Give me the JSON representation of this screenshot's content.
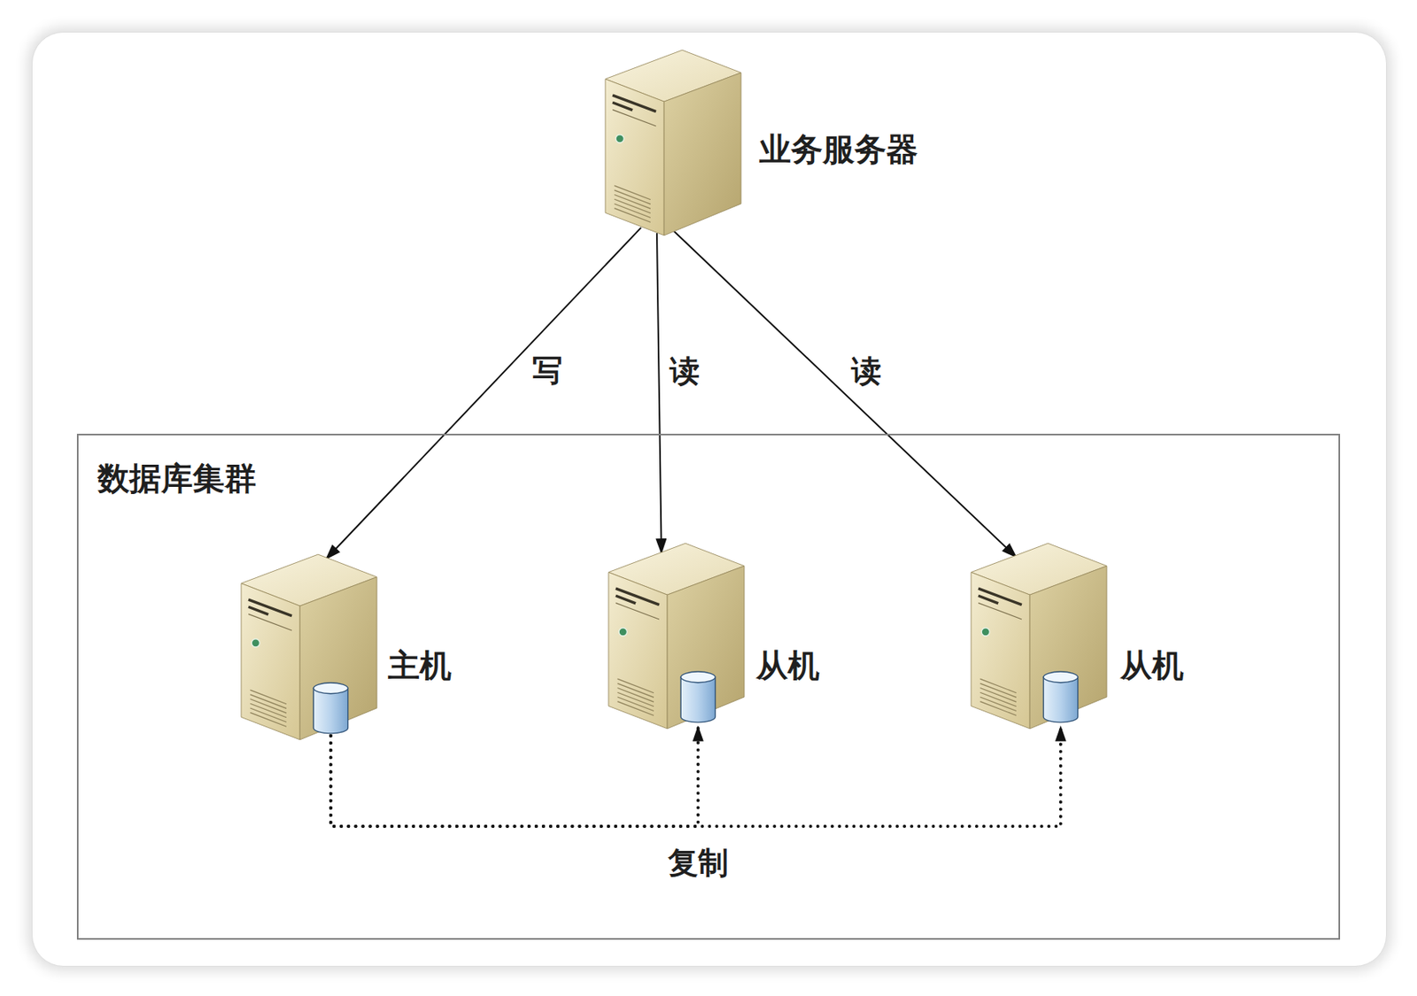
{
  "diagram": {
    "nodes": [
      {
        "text": [
          "业务服务器"
        ]
      },
      {
        "text": [
          "数据库集群"
        ]
      },
      {
        "text": [
          "主机"
        ],
        "in": 1
      },
      {
        "text": [
          "从机"
        ],
        "in": 1
      },
      {
        "text": [
          "从机"
        ],
        "in": 1
      }
    ],
    "edges": [
      {
        "from": 0,
        "to": 2,
        "label": "写",
        "arrow": "to"
      },
      {
        "from": 0,
        "to": 3,
        "label": "读",
        "arrow": "to"
      },
      {
        "from": 0,
        "to": 4,
        "label": "读",
        "arrow": "to"
      },
      {
        "from": 2,
        "to": 3,
        "label": "复制",
        "arrow": "to"
      },
      {
        "from": 2,
        "to": 4,
        "arrow": "to"
      }
    ]
  }
}
